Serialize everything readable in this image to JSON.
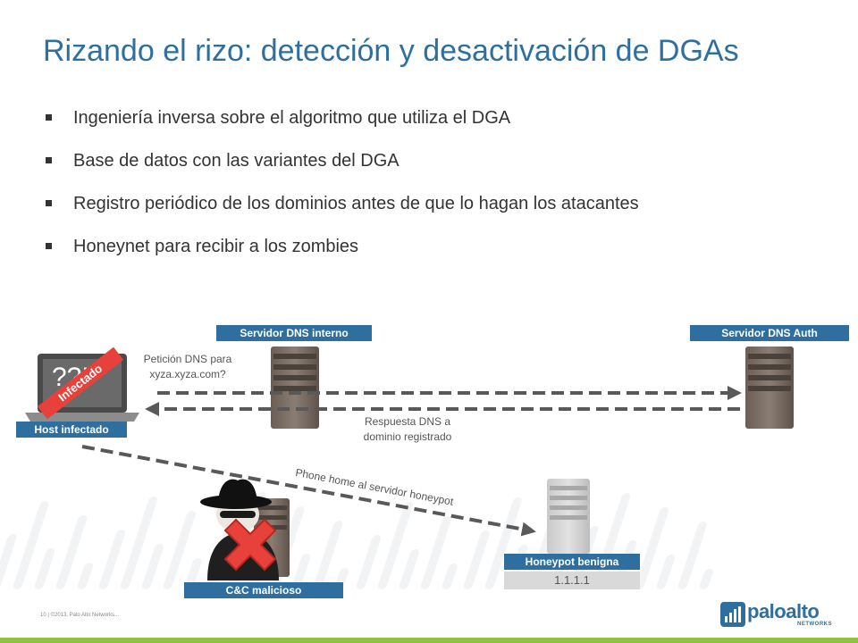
{
  "slide": {
    "title": "Rizando el rizo: detección y desactivación de DGAs",
    "bullets": [
      "Ingeniería inversa sobre el algoritmo que utiliza el DGA",
      "Base de datos con las variantes del DGA",
      "Registro periódico de los dominios antes de que lo hagan los atacantes",
      "Honeynet para recibir a los zombies"
    ]
  },
  "diagram": {
    "host": {
      "label": "Host infectado",
      "screen_text": "??!",
      "ribbon": "Infectado"
    },
    "dns_internal": {
      "label": "Servidor DNS interno"
    },
    "dns_auth": {
      "label": "Servidor DNS Auth"
    },
    "cc": {
      "label": "C&C malicioso"
    },
    "honeypot": {
      "label": "Honeypot benigna",
      "ip": "1.1.1.1"
    },
    "request_note": [
      "Petición DNS para",
      "xyza.xyza.com?"
    ],
    "response_note": [
      "Respuesta DNS a",
      "dominio registrado"
    ],
    "phone_home": "Phone home al servidor honeypot",
    "colors": {
      "label_blue": "#2f6f9f",
      "arrow_gray": "#595959",
      "x_red": "#e8413b",
      "accent_green": "#8ec23f"
    }
  },
  "footer": {
    "text": "10  |  ©2013, Palo Alto Networks..."
  },
  "logo": {
    "name": "paloalto",
    "sub": "NETWORKS",
    "icon": "paloalto-bars-icon"
  }
}
